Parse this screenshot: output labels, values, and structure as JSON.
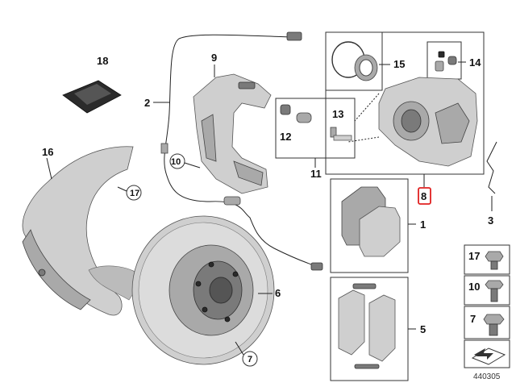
{
  "diagram_id": "440305",
  "highlight_color": "#e02020",
  "callouts": {
    "c1": "1",
    "c2": "2",
    "c3": "3",
    "c5": "5",
    "c6": "6",
    "c7": "7",
    "c8": "8",
    "c9": "9",
    "c10": "10",
    "c11": "11",
    "c12": "12",
    "c13": "13",
    "c14": "14",
    "c15": "15",
    "c16": "16",
    "c17": "17",
    "c18": "18"
  },
  "side_parts": [
    {
      "label": "17",
      "icon": "hex-screw-icon"
    },
    {
      "label": "10",
      "icon": "hex-bolt-icon"
    },
    {
      "label": "7",
      "icon": "hex-bolt-icon"
    }
  ]
}
